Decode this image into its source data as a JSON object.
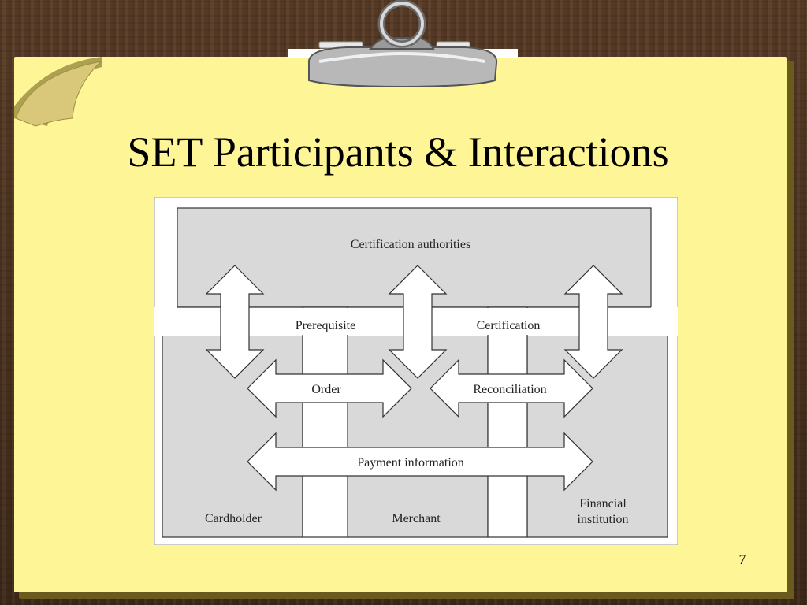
{
  "slide": {
    "title": "SET Participants & Interactions",
    "page_number": "7"
  },
  "diagram": {
    "top_entity": "Certification authorities",
    "bottom_entities": {
      "cardholder": "Cardholder",
      "merchant": "Merchant",
      "financial_line1": "Financial",
      "financial_line2": "institution"
    },
    "bands": {
      "prerequisite": "Prerequisite",
      "certification": "Certification"
    },
    "arrows": {
      "order": "Order",
      "reconciliation": "Reconciliation",
      "payment": "Payment information"
    }
  },
  "colors": {
    "paper": "#fdf596",
    "box_fill": "#d9d9d9",
    "arrow_fill": "#ffffff"
  }
}
